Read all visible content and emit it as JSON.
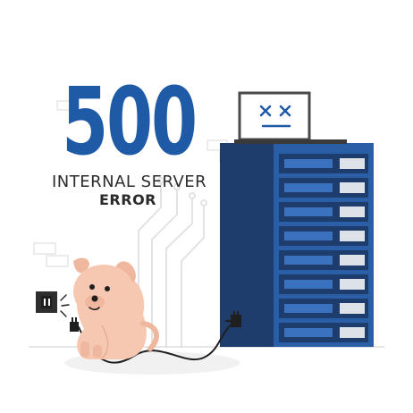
{
  "error": {
    "code": "500",
    "line1": "INTERNAL SERVER",
    "line2": "ERROR"
  },
  "illustration": {
    "icons": [
      "laptop-icon",
      "server-rack-icon",
      "dog-icon",
      "wall-outlet-icon",
      "power-plug-icon",
      "power-cable-icon"
    ],
    "colors": {
      "primary_blue": "#1f5aa6",
      "dark_blue": "#1a3f73",
      "panel_blue": "#2a5fa8",
      "dog_skin": "#f6c8b2",
      "text_dark": "#2b2b2b",
      "line_gray": "#e3e3e3"
    }
  }
}
